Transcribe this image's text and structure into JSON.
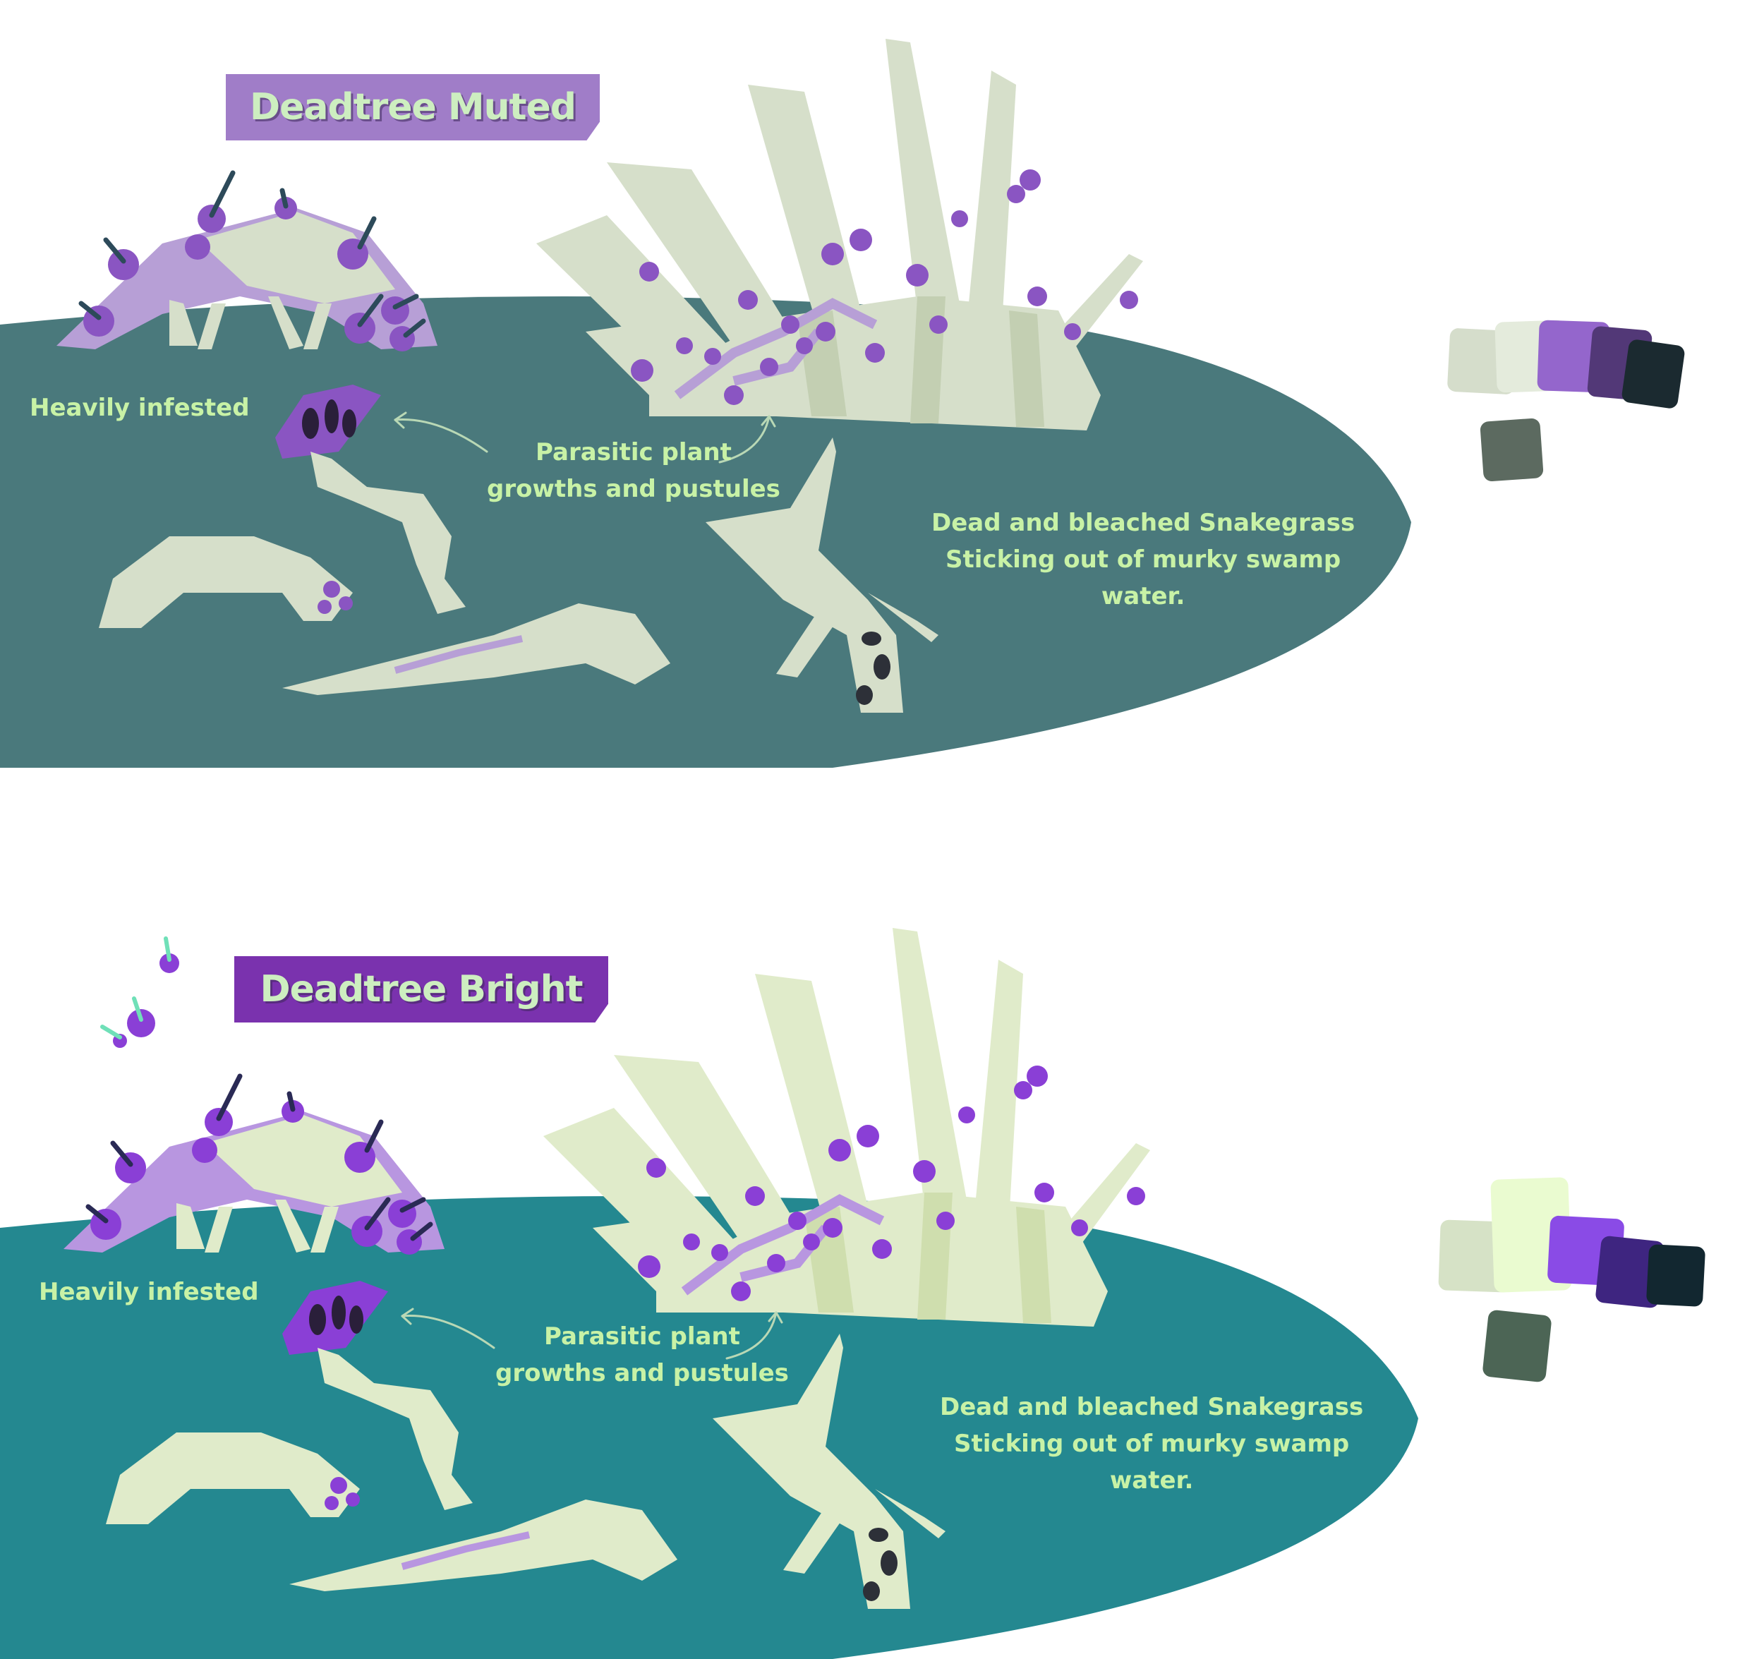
{
  "panels": [
    {
      "id": "muted",
      "title": "Deadtree Muted",
      "labels": {
        "infested": "Heavily infested",
        "parasitic_line1": "Parasitic plant",
        "parasitic_line2": "growths and pustules",
        "snakegrass_line1": "Dead and bleached Snakegrass",
        "snakegrass_line2": "Sticking out of murky swamp",
        "snakegrass_line3": "water."
      },
      "colors": {
        "banner": "#a07dc8",
        "water": "#4a797c",
        "bone": "#d6dfca",
        "bone_stripe": "#c3cfb2",
        "infested_body": "#b79fd6",
        "pustule": "#8a55c2",
        "spike": "#2d4a5a",
        "label_text": "#c8f2a6"
      },
      "palette": [
        "#d5ddcb",
        "#e4ebdc",
        "#9466cc",
        "#523877",
        "#1b2a30",
        "#5c6a60"
      ]
    },
    {
      "id": "bright",
      "title": "Deadtree Bright",
      "labels": {
        "infested": "Heavily infested",
        "parasitic_line1": "Parasitic plant",
        "parasitic_line2": "growths and pustules",
        "snakegrass_line1": "Dead and bleached Snakegrass",
        "snakegrass_line2": "Sticking out of murky swamp",
        "snakegrass_line3": "water."
      },
      "colors": {
        "banner": "#7a32ae",
        "water": "#248890",
        "bone": "#e0ebca",
        "bone_stripe": "#cfdeae",
        "infested_body": "#b896e0",
        "pustule": "#8a3fd6",
        "spike": "#2a2a55",
        "label_text": "#c8f2a6"
      },
      "palette": [
        "#d6e2c6",
        "#eafbd0",
        "#8a4be6",
        "#3e2580",
        "#122730",
        "#4c6555"
      ]
    }
  ]
}
